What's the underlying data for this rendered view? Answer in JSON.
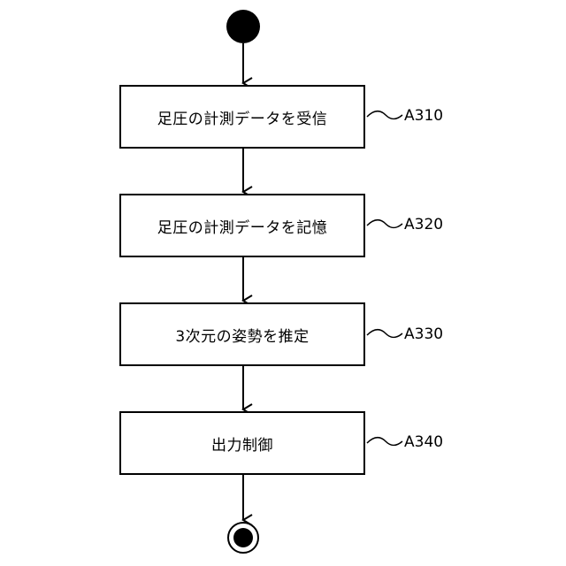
{
  "steps": [
    {
      "label": "足圧の計測データを受信",
      "ref": "A310"
    },
    {
      "label": "足圧の計測データを記憶",
      "ref": "A320"
    },
    {
      "label": "3次元の姿勢を推定",
      "ref": "A330"
    },
    {
      "label": "出力制御",
      "ref": "A340"
    }
  ]
}
